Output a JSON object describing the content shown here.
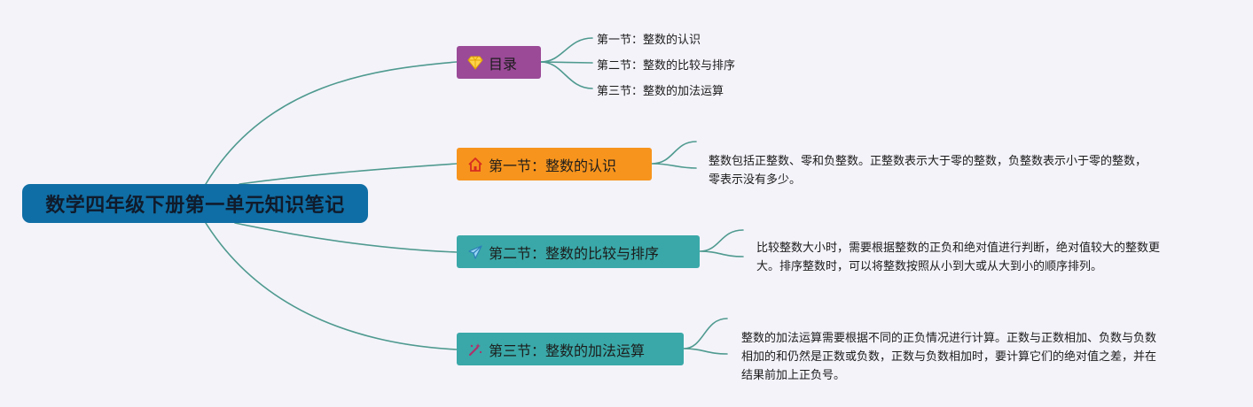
{
  "root": {
    "title": "数学四年级下册第一单元知识笔记"
  },
  "branches": {
    "catalog": {
      "label": "目录",
      "icon": "diamond-icon",
      "color": "#9a4a97",
      "items": [
        "第一节：整数的认识",
        "第二节：整数的比较与排序",
        "第三节：整数的加法运算"
      ]
    },
    "sec1": {
      "label": "第一节：整数的认识",
      "icon": "house-icon",
      "color": "#f7941d",
      "desc": "整数包括正整数、零和负整数。正整数表示大于零的整数，负整数表示小于零的整数，零表示没有多少。"
    },
    "sec2": {
      "label": "第二节：整数的比较与排序",
      "icon": "paper-plane-icon",
      "color": "#3aa8a8",
      "desc": "比较整数大小时，需要根据整数的正负和绝对值进行判断，绝对值较大的整数更大。排序整数时，可以将整数按照从小到大或从大到小的顺序排列。"
    },
    "sec3": {
      "label": "第三节：整数的加法运算",
      "icon": "magic-wand-icon",
      "color": "#3aa8a8",
      "desc": "整数的加法运算需要根据不同的正负情况进行计算。正数与正数相加、负数与负数相加的和仍然是正数或负数，正数与负数相加时，要计算它们的绝对值之差，并在结果前加上正负号。"
    }
  },
  "colors": {
    "background": "#f4f3fa",
    "root": "#0f6ea5",
    "connector": "#4f9a8f"
  }
}
